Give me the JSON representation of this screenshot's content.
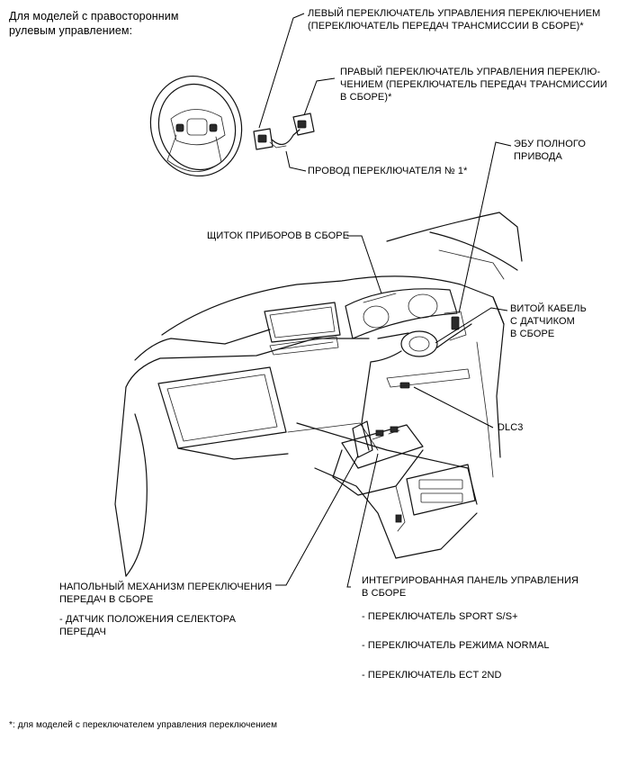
{
  "header": {
    "note": "Для моделей с правосторонним\nрулевым управлением:"
  },
  "callouts": {
    "left_switch": "ЛЕВЫЙ ПЕРЕКЛЮЧАТЕЛЬ УПРАВЛЕНИЯ ПЕРЕКЛЮЧЕНИЕМ\n(ПЕРЕКЛЮЧАТЕЛЬ ПЕРЕДАЧ ТРАНСМИССИИ В СБОРЕ)*",
    "right_switch": "ПРАВЫЙ ПЕРЕКЛЮЧАТЕЛЬ УПРАВЛЕНИЯ ПЕРЕКЛЮ-\nЧЕНИЕМ (ПЕРЕКЛЮЧАТЕЛЬ ПЕРЕДАЧ ТРАНСМИССИИ\nВ СБОРЕ)*",
    "switch_wire": "ПРОВОД ПЕРЕКЛЮЧАТЕЛЯ № 1*",
    "ecu_4wd": "ЭБУ ПОЛНОГО\nПРИВОДА",
    "combination_meter": "ЩИТОК ПРИБОРОВ В СБОРЕ",
    "spiral_cable": "ВИТОЙ КАБЕЛЬ\nС ДАТЧИКОМ\nВ СБОРЕ",
    "dlc3": "DLC3",
    "floor_shift": "НАПОЛЬНЫЙ МЕХАНИЗМ ПЕРЕКЛЮЧЕНИЯ\nПЕРЕДАЧ В СБОРЕ",
    "floor_shift_sub": "- ДАТЧИК ПОЛОЖЕНИЯ СЕЛЕКТОРА\nПЕРЕДАЧ",
    "control_panel": "ИНТЕГРИРОВАННАЯ ПАНЕЛЬ УПРАВЛЕНИЯ\nВ СБОРЕ",
    "control_panel_items": [
      "- ПЕРЕКЛЮЧАТЕЛЬ SPORT S/S+",
      "- ПЕРЕКЛЮЧАТЕЛЬ РЕЖИМА NORMAL",
      "- ПЕРЕКЛЮЧАТЕЛЬ ECT 2ND"
    ]
  },
  "footnote": "*: для моделей с переключателем управления переключением"
}
